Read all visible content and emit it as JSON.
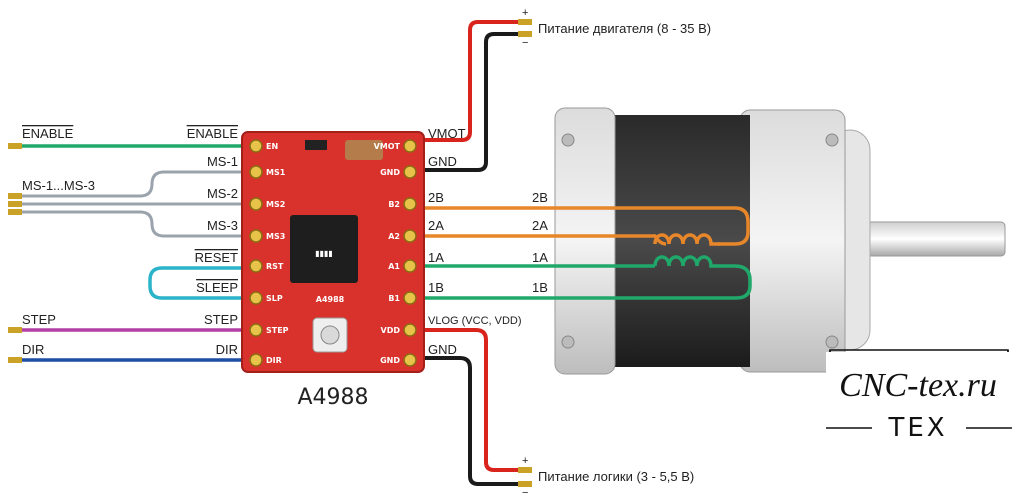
{
  "labels": {
    "enable_left": "ENABLE",
    "enable_right": "ENABLE",
    "ms1": "MS-1",
    "ms2": "MS-2",
    "ms3": "MS-3",
    "ms_group": "MS-1...MS-3",
    "reset": "RESET",
    "sleep": "SLEEP",
    "step_left": "STEP",
    "step_right": "STEP",
    "dir_left": "DIR",
    "dir_right": "DIR",
    "vmot": "VMOT",
    "gnd_top": "GND",
    "b2_board": "2B",
    "a2_board": "2A",
    "a1_board": "1A",
    "b1_board": "1B",
    "b2_motor": "2B",
    "a2_motor": "2A",
    "a1_motor": "1A",
    "b1_motor": "1B",
    "vlog": "VLOG (VCC, VDD)",
    "gnd_bottom": "GND",
    "motor_power": "Питание двигателя (8 - 35 В)",
    "logic_power": "Питание логики (3 - 5,5 В)",
    "plus": "+",
    "minus": "−",
    "chip_name": "A4988",
    "board_chip": "A4988"
  },
  "pcb_pins_left": [
    "EN",
    "MS1",
    "MS2",
    "MS3",
    "RST",
    "SLP",
    "STEP",
    "DIR"
  ],
  "pcb_pins_right": [
    "VMOT",
    "GND",
    "B2",
    "A2",
    "A1",
    "B1",
    "VDD",
    "GND"
  ],
  "watermark": {
    "line1": "CNC-tex.ru",
    "line2": "TEX"
  },
  "colors": {
    "pcb": "#d9312b",
    "enable_wire": "#1fa86a",
    "ms_wire": "#9aa3ad",
    "reset_sleep_wire": "#2bb3c9",
    "step_wire": "#b13fa6",
    "dir_wire": "#1d4fa3",
    "coil_a_wire": "#e8862a",
    "coil_b_wire": "#1fa86a",
    "power_red": "#d8241c",
    "power_black": "#1a1a1a"
  }
}
